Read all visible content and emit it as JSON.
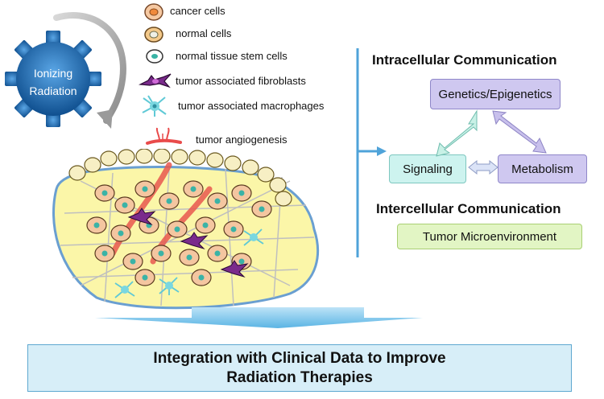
{
  "radiation": {
    "line1": "Ionizing",
    "line2": "Radiation"
  },
  "legend": [
    {
      "label": "cancer cells",
      "icon": "cancer-cell-icon"
    },
    {
      "label": "normal cells",
      "icon": "normal-cell-icon"
    },
    {
      "label": "normal tissue stem cells",
      "icon": "stem-cell-icon"
    },
    {
      "label": "tumor associated fibroblasts",
      "icon": "fibroblast-icon"
    },
    {
      "label": "tumor associated macrophages",
      "icon": "macrophage-icon"
    },
    {
      "label": "tumor angiogenesis",
      "icon": "blood-vessel-icon"
    }
  ],
  "intracellular": {
    "title": "Intracellular Communication",
    "genetics": "Genetics/Epigenetics",
    "signaling": "Signaling",
    "metabolism": "Metabolism"
  },
  "intercellular": {
    "title": "Intercellular Communication",
    "microenvironment": "Tumor Microenvironment"
  },
  "bottom": {
    "line1": "Integration with Clinical Data to Improve",
    "line2": "Radiation Therapies"
  },
  "colors": {
    "gear": "#1d6fb8",
    "purple_box": "#cfc8f0",
    "teal_box": "#cdf3ef",
    "green_box": "#e2f5c4",
    "bottom_box": "#d7eef8",
    "bracket": "#4fa3d9"
  }
}
